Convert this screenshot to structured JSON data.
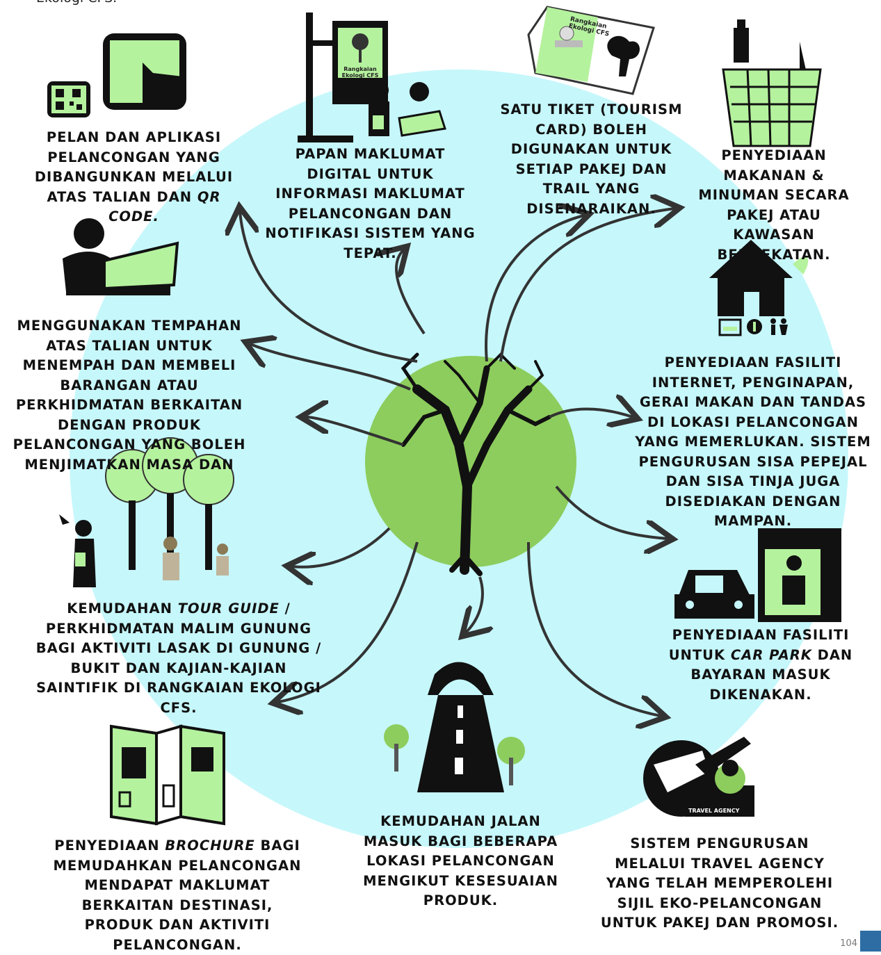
{
  "top_fragment": "Ekologi CFS.",
  "page_number": "104",
  "colors": {
    "bg_circle": "#c6f7fb",
    "center_circle": "#8dcd5d",
    "accent_green": "#b5f29e",
    "ink": "#111111",
    "page_box": "#2e6da4"
  },
  "center": {
    "icon": "bare-tree-icon"
  },
  "captions": {
    "qr": "Pelan dan aplikasi pelancongan yang dibangunkan melalui atas talian dan",
    "qr_italic": "QR code.",
    "papan": "Papan maklumat digital untuk informasi maklumat pelancongan dan notifikasi sistem yang tepat.",
    "tiket": "Satu tiket (Tourism Card) boleh digunakan untuk setiap pakej dan trail yang disenaraikan.",
    "makanan": "Penyediaan makanan & minuman secara pakej atau kawasan berdekatan.",
    "tempahan": "Menggunakan tempahan atas talian untuk menempah dan membeli barangan atau perkhidmatan berkaitan dengan produk pelancongan yang boleh menjimatkan masa dan",
    "fasiliti": "Penyediaan fasiliti internet, penginapan, gerai makan dan tandas di lokasi pelancongan yang memerlukan. Sistem pengurusan sisa pepejal dan sisa tinja juga disediakan dengan mampan.",
    "guide_a": "Kemudahan",
    "guide_i": "tour guide",
    "guide_b": "/ perkhidmatan malim gunung bagi aktiviti lasak di gunung / bukit dan kajian-kajian saintifik di Rangkaian Ekologi CFS.",
    "carpark_a": "Penyediaan fasiliti untuk",
    "carpark_i": "car park",
    "carpark_b": "dan bayaran masuk dikenakan.",
    "brochure_a": "Penyediaan",
    "brochure_i": "brochure",
    "brochure_b": "bagi memudahkan pelancongan mendapat maklumat berkaitan destinasi, produk dan aktiviti pelancongan.",
    "jalan": "Kemudahan jalan masuk bagi beberapa lokasi pelancongan mengikut kesesuaian produk.",
    "travel": "Sistem pengurusan melalui travel agency yang telah memperolehi sijil eko-pelancongan untuk pakej dan promosi."
  },
  "icon_labels": {
    "sign": "Rangkaian Ekologi CFS",
    "card": "Rangkaian Ekologi CFS",
    "agency": "TRAVEL AGENCY"
  },
  "icons": [
    "qr-phone-icon",
    "digital-sign-icon",
    "tourism-card-icon",
    "food-basket-icon",
    "laptop-user-icon",
    "facility-house-icon",
    "tour-guide-icon",
    "car-park-icon",
    "brochure-icon",
    "road-icon",
    "travel-agency-icon"
  ]
}
